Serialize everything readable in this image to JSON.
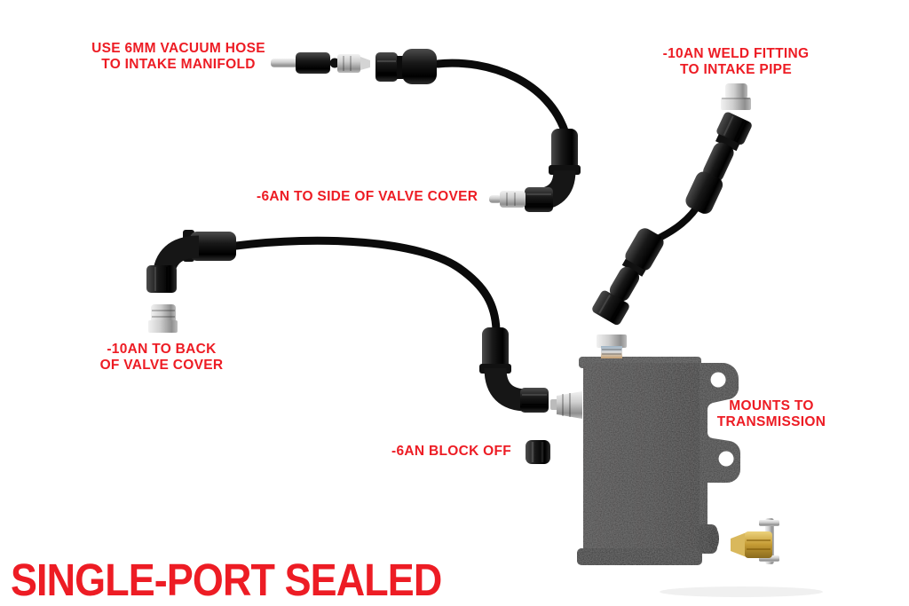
{
  "title": {
    "text": "SINGLE-PORT SEALED"
  },
  "annotations": {
    "vacuum_hose": {
      "line1": "USE 6MM VACUUM HOSE",
      "line2": "TO INTAKE MANIFOLD"
    },
    "weld_fitting": {
      "line1": "-10AN WELD FITTING",
      "line2": "TO INTAKE PIPE"
    },
    "side_valve_cover": {
      "line1": "-6AN TO SIDE OF VALVE COVER"
    },
    "back_valve_cover": {
      "line1": "-10AN TO BACK",
      "line2": "OF VALVE COVER"
    },
    "mounts_transmission": {
      "line1": "MOUNTS TO",
      "line2": "TRANSMISSION"
    },
    "block_off": {
      "line1": "-6AN BLOCK OFF"
    }
  },
  "colors": {
    "label_red": "#ED1C24",
    "background": "#FFFFFF",
    "hose_black": "#0B0B0B",
    "can_gray": "#3E3D3D",
    "fitting_black": "#161616",
    "silver": "#C9C9C9",
    "brass": "#C49A33"
  }
}
